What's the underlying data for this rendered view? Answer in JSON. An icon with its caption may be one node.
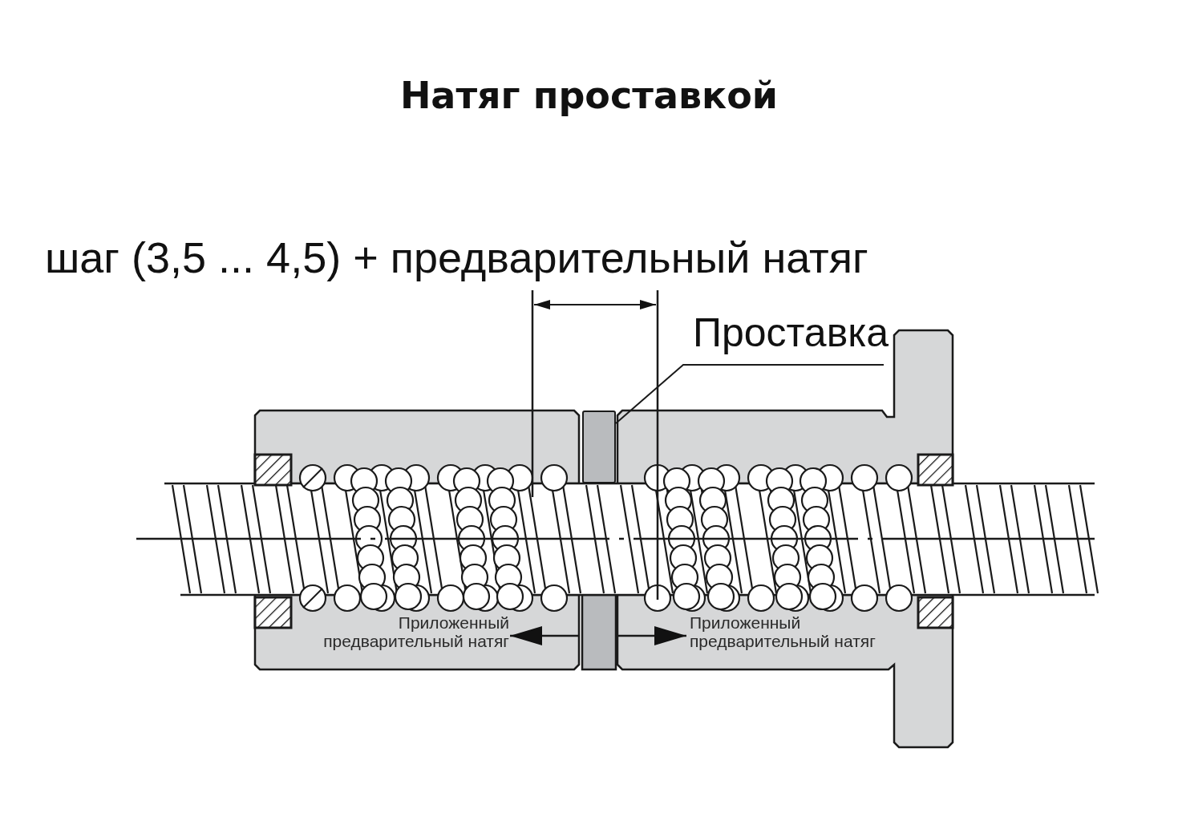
{
  "diagram": {
    "title": "Натяг проставкой",
    "nodes": [
      {
        "text": [
          "Проставка"
        ]
      },
      {
        "text": [],
        "shape": "box"
      }
    ],
    "edges": [
      {
        "from": 0,
        "to": 1,
        "arrow": "none"
      }
    ],
    "labels": [
      "шаг (3,5 ... 4,5) + предварительный натяг",
      "Приложенный предварительный натяг",
      "Приложенный предварительный натяг"
    ]
  }
}
